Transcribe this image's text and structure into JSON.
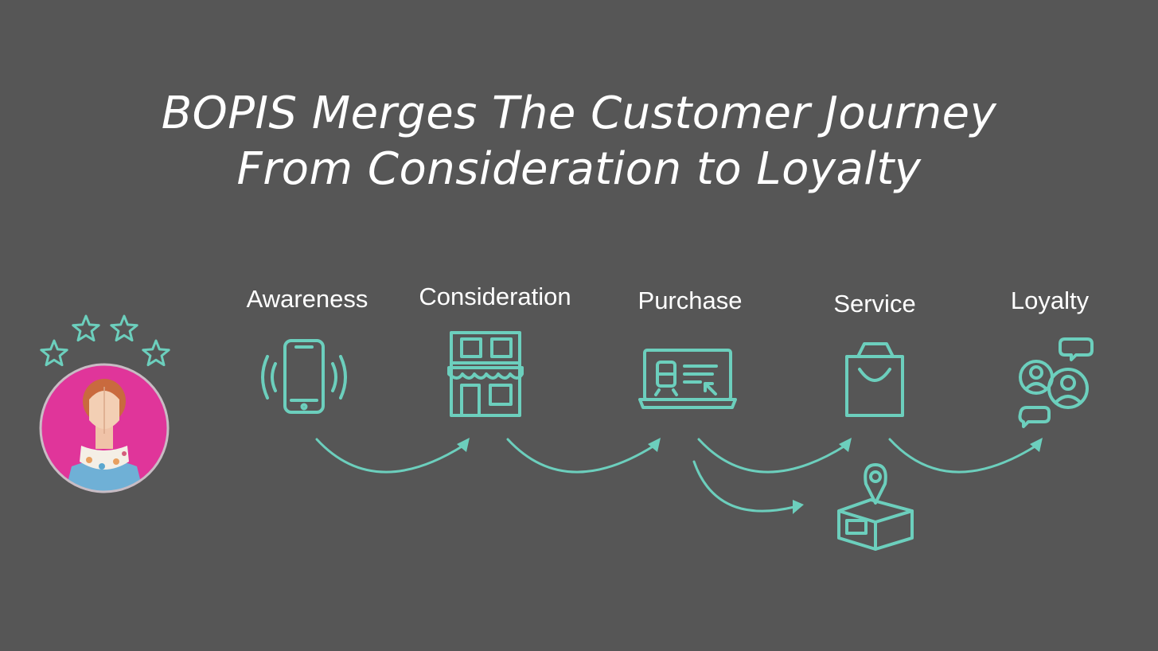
{
  "title": {
    "line1": "BOPIS Merges The Customer Journey",
    "line2": "From Consideration to Loyalty"
  },
  "stages": [
    {
      "label": "Awareness",
      "icon": "smartphone-icon"
    },
    {
      "label": "Consideration",
      "icon": "storefront-icon"
    },
    {
      "label": "Purchase",
      "icon": "laptop-shop-icon"
    },
    {
      "label": "Service",
      "icon": "shopping-bag-icon"
    },
    {
      "label": "Loyalty",
      "icon": "community-chat-icon"
    }
  ],
  "extra_icons": [
    "package-location-icon",
    "customer-avatar-icon",
    "star-icon"
  ],
  "colors": {
    "background": "#565656",
    "accent": "#6ccfbd",
    "avatar_circle": "#e0359a",
    "text": "#ffffff"
  }
}
